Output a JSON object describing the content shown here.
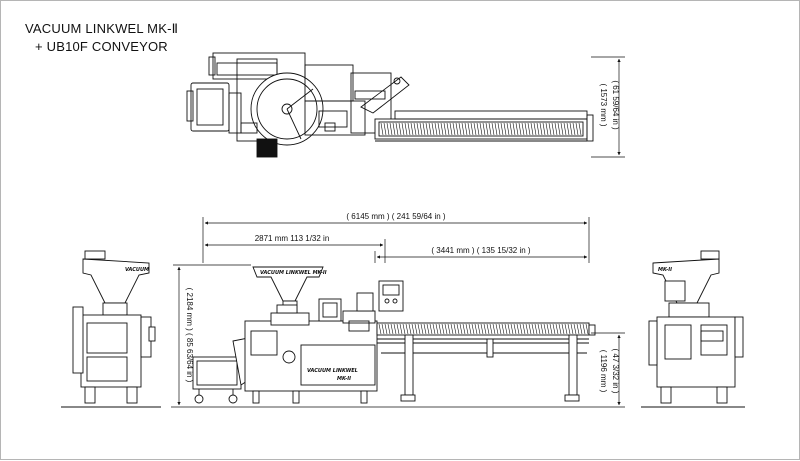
{
  "title": {
    "line1": "VACUUM LINKWEL MK-Ⅱ",
    "line2": "+  UB10F CONVEYOR"
  },
  "dimensions": {
    "overall_length": "( 6145 mm )   ( 241 59/64 in )",
    "machine_length": "2871 mm    113 1/32 in",
    "conveyor_length": "( 3441 mm )   ( 135 15/32 in )",
    "top_width": "( 1573 mm )",
    "top_width_in": "( 61 59/64 in )",
    "height_total": "( 2184 mm ) ( 85 63/64 in )",
    "conveyor_height": "( 1196 mm )",
    "conveyor_height_in": "( 47 3/32 in )"
  },
  "machine_labels": {
    "front_plate": "VACUUM LINKWEL MK-II",
    "body_plate": "VACUUM LINKWEL",
    "body_sub": "MK-II",
    "left_side": "VACUUM",
    "right_side": "MK-II"
  },
  "colors": {
    "line": "#111111",
    "frame": "#b5b5b5",
    "background": "#ffffff"
  }
}
